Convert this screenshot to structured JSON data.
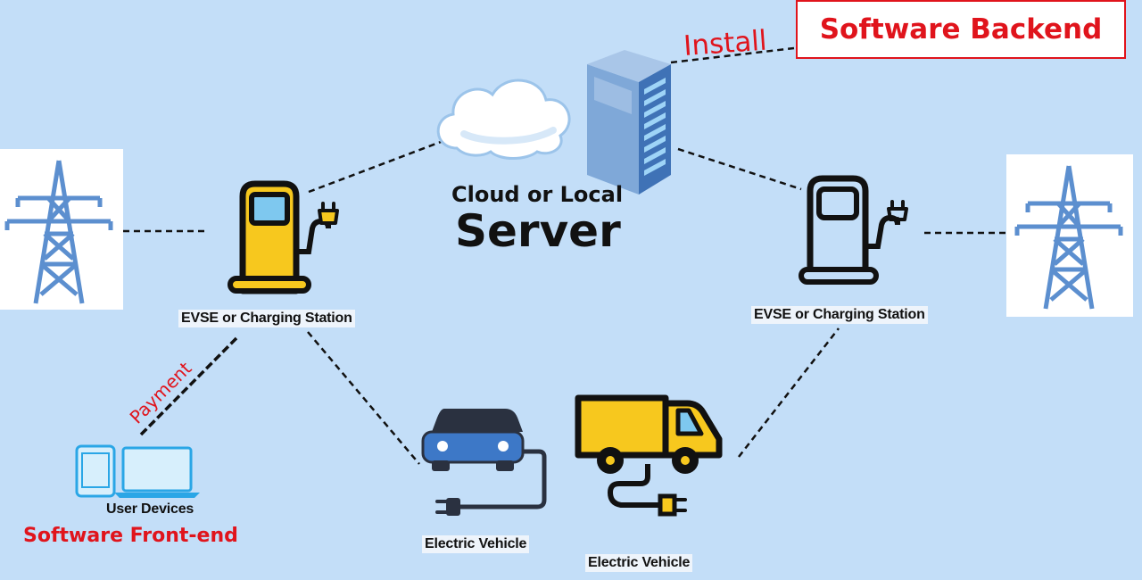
{
  "labels": {
    "install": "Install",
    "software_backend": "Software Backend",
    "server_line1": "Cloud or Local",
    "server_line2": "Server",
    "evse_left": "EVSE or Charging Station",
    "evse_right": "EVSE or Charging Station",
    "payment": "Payment",
    "user_devices": "User Devices",
    "software_frontend": "Software Front-end",
    "ev_car": "Electric Vehicle",
    "ev_truck": "Electric Vehicle"
  },
  "colors": {
    "background": "#c3def8",
    "accent_red": "#e0141c",
    "charger_yellow": "#f7c81e",
    "server_blue": "#3f72b6",
    "tower_blue": "#5c8fcf",
    "device_blue": "#2aa6e6",
    "car_blue": "#3d78c7"
  }
}
